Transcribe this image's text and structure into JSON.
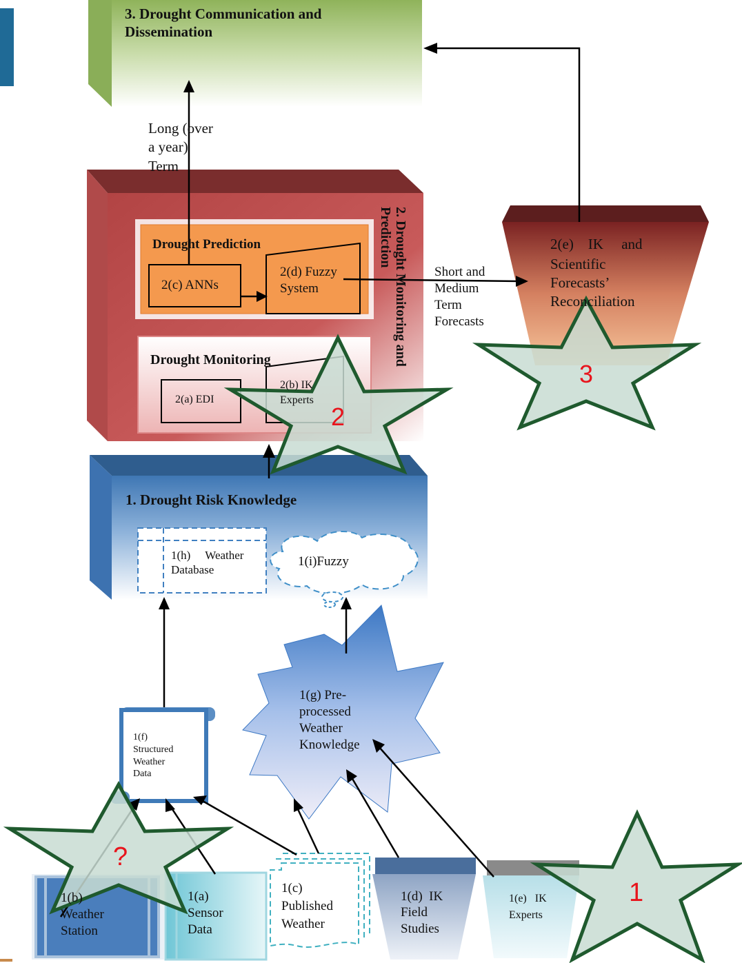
{
  "communication": {
    "title_line1": "3. Drought Communication and",
    "title_line2": "Dissemination"
  },
  "long_term": {
    "line1": "Long (over",
    "line2": "a year)",
    "line3": "Term"
  },
  "monitoring_prediction": {
    "side_label_line1": "2. Drought Monitoring and",
    "side_label_line2": "Prediction"
  },
  "prediction": {
    "title": "Drought Prediction",
    "anns": "2(c) ANNs",
    "fuzzy_line1": "2(d) Fuzzy",
    "fuzzy_line2": "System"
  },
  "monitoring": {
    "title": "Drought Monitoring",
    "edi": "2(a) EDI",
    "ik_line1": "2(b) IK",
    "ik_line2": "Experts"
  },
  "short_medium": {
    "line1": "Short and",
    "line2": "Medium",
    "line3": "Term",
    "line4": "Forecasts"
  },
  "reconciliation": {
    "line1": "2(e)    IK     and",
    "line2": "Scientific",
    "line3": "Forecasts’",
    "line4": "Reconciliation"
  },
  "knowledge": {
    "title": "1. Drought Risk Knowledge",
    "db_line1": "1(h)     Weather",
    "db_line2": "Database",
    "fuzzy": "1(i)Fuzzy"
  },
  "preprocessed": {
    "line1": "1(g) Pre-",
    "line2": "processed",
    "line3": "Weather",
    "line4": "Knowledge"
  },
  "structured": {
    "line1": "1(f)",
    "line2": "Structured",
    "line3": "Weather",
    "line4": "Data"
  },
  "sources": {
    "station_line1": "1(b)",
    "station_line2": "Weather",
    "station_line3": "Station",
    "sensor_line1": "1(a)",
    "sensor_line2": "Sensor",
    "sensor_line3": "Data",
    "published_line1": "1(c)",
    "published_line2": "Published",
    "published_line3": "Weather",
    "field_line1": "1(d)  IK",
    "field_line2": "Field",
    "field_line3": "Studies",
    "experts_line1": "1(e)   IK",
    "experts_line2": "Experts"
  },
  "stars": {
    "star1": "1",
    "star2": "2",
    "star3": "3",
    "star_q": "?"
  },
  "colors": {
    "star_fill": "#c8dcd2",
    "star_stroke": "#1f5a2e",
    "star_text": "#e8141c",
    "arrow": "#000000"
  }
}
